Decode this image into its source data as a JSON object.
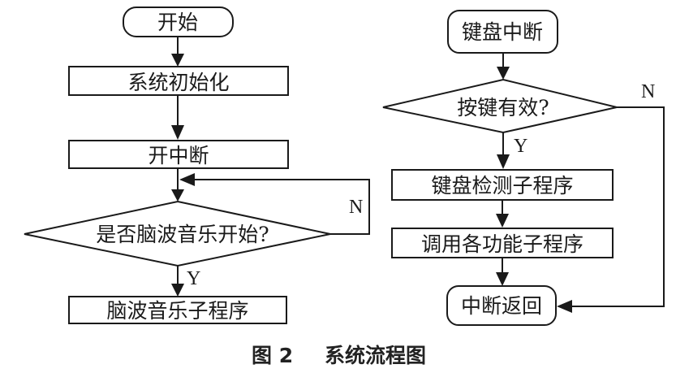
{
  "figure": {
    "caption_number": "图 2",
    "caption_title": "系统流程图"
  },
  "main_flow": {
    "start": "开始",
    "init": "系统初始化",
    "enable_interrupt": "开中断",
    "decision": "是否脑波音乐开始?",
    "decision_yes": "Y",
    "decision_no": "N",
    "subroutine": "脑波音乐子程序"
  },
  "keyboard_flow": {
    "start": "键盘中断",
    "decision": "按键有效?",
    "decision_yes": "Y",
    "decision_no": "N",
    "detect": "键盘检测子程序",
    "call_functions": "调用各功能子程序",
    "return": "中断返回"
  }
}
